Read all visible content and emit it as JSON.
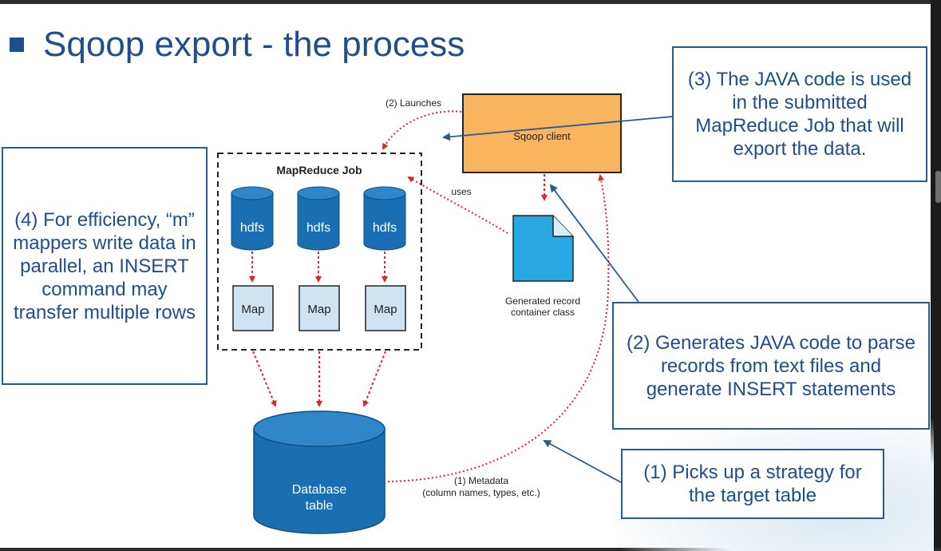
{
  "slide": {
    "title": "Sqoop export - the process"
  },
  "callouts": {
    "c3": "(3) The JAVA code is used in the submitted MapReduce Job that will export the data.",
    "c4": "(4) For efficiency, “m” mappers write data in parallel, an INSERT command may transfer multiple rows",
    "c2": "(2) Generates JAVA code to parse records from text files and generate INSERT statements",
    "c1": "(1) Picks up a strategy for the target table"
  },
  "diagram": {
    "launches_label": "(2) Launches",
    "sqoop_client_label": "Sqoop client",
    "mapreduce_job_label": "MapReduce Job",
    "uses_label": "uses",
    "hdfs_labels": [
      "hdfs",
      "hdfs",
      "hdfs"
    ],
    "map_labels": [
      "Map",
      "Map",
      "Map"
    ],
    "record_class_label_1": "Generated record",
    "record_class_label_2": "container class",
    "database_label_1": "Database",
    "database_label_2": "table",
    "metadata_label_1": "(1) Metadata",
    "metadata_label_2": "(column names, types, etc.)"
  },
  "colors": {
    "title_blue": "#1f4e8c",
    "callout_border": "#2a5b8e",
    "cylinder_blue": "#1a6fb3",
    "sqoop_orange": "#f9b45e",
    "map_fill": "#cfe4f3",
    "doc_blue": "#29a7e1",
    "arrow_red": "#e0242b"
  }
}
